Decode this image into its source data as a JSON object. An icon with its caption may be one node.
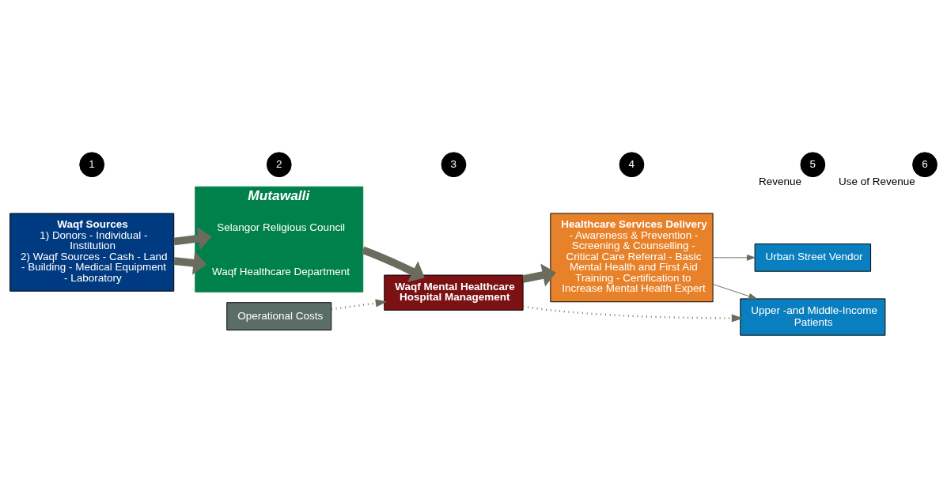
{
  "diagram": {
    "nodes": [
      {
        "text": [
          "Waqf Sources",
          "1) Donors - Individual - Institution",
          "2) Waqf Sources - Cash - Land - Building - Medical Equipment - Laboratory"
        ]
      },
      {
        "text": [
          "Mutawalli"
        ]
      },
      {
        "text": [
          "Selangor Religious Council"
        ],
        "in": 1
      },
      {
        "text": [
          "Waqf Healthcare Department"
        ],
        "in": 1
      },
      {
        "text": [
          "Operational Costs"
        ]
      },
      {
        "text": [
          "Waqf Mental Healthcare Hospital Management"
        ]
      },
      {
        "text": [
          "Healthcare Services Delivery",
          "- Awareness & Prevention - Screening & Counselling - Critical Care Referral - Basic Mental Health and First Aid Training - Certification to Increase Mental Health Expert"
        ]
      },
      {
        "text": [
          "Urban Street Vendor"
        ]
      },
      {
        "text": [
          "Upper -and Middle-Income Patients"
        ]
      },
      {
        "text": [
          "1"
        ]
      },
      {
        "text": [
          "2"
        ]
      },
      {
        "text": [
          "3"
        ]
      },
      {
        "text": [
          "4"
        ]
      },
      {
        "text": [
          "5"
        ],
        "beside": [
          "Revenue"
        ]
      },
      {
        "text": [
          "6"
        ],
        "beside": [
          "Use of Revenue"
        ]
      }
    ],
    "edges": [
      {
        "from": 0,
        "to": 2,
        "arrow": "to",
        "style": "thick"
      },
      {
        "from": 0,
        "to": 3,
        "arrow": "to",
        "style": "thick"
      },
      {
        "from": 1,
        "to": 5,
        "arrow": "to",
        "style": "thick"
      },
      {
        "from": 4,
        "to": 5,
        "arrow": "to",
        "style": "dashed"
      },
      {
        "from": 5,
        "to": 6,
        "arrow": "to",
        "style": "thick"
      },
      {
        "from": 5,
        "to": 8,
        "arrow": "to",
        "style": "dashed"
      },
      {
        "from": 6,
        "to": 7,
        "arrow": "to"
      },
      {
        "from": 6,
        "to": 8,
        "arrow": "to"
      }
    ]
  }
}
